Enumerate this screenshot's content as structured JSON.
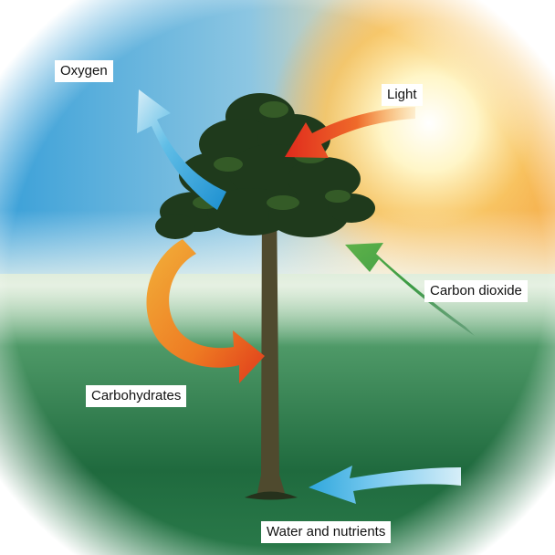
{
  "labels": {
    "oxygen": "Oxygen",
    "light": "Light",
    "carbon_dioxide": "Carbon dioxide",
    "carbohydrates": "Carbohydrates",
    "water_and_nutrients": "Water and nutrients"
  },
  "colors": {
    "sky_blue": "#3aa0d8",
    "sun_glow": "#fff6c8",
    "sun_orange": "#f6b04a",
    "ground_green": "#1f6a3e",
    "field_green": "#8fc79a",
    "foliage": "#1f3a1c",
    "trunk": "#4f4a2e",
    "arrow_oxygen": "#2ea6dc",
    "arrow_light": "#e83a22",
    "arrow_co2": "#2f8f3c",
    "arrow_carbs": "#ee8a1e",
    "arrow_water": "#4bb8ea"
  }
}
